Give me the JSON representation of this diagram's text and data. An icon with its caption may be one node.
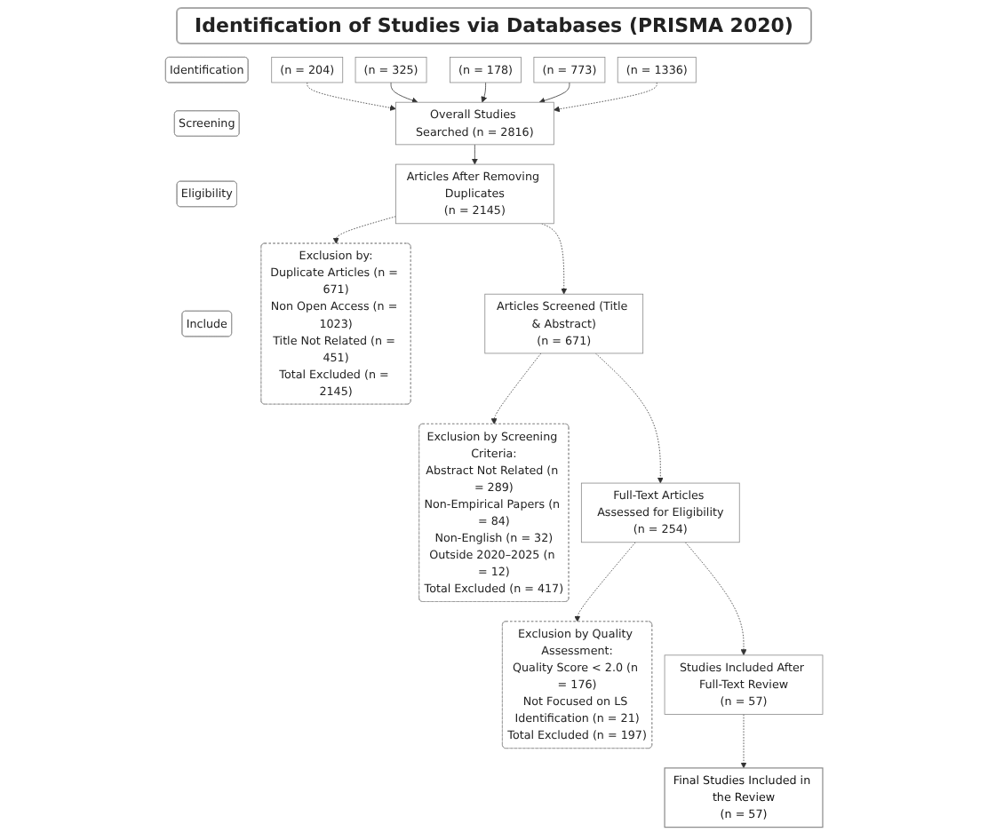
{
  "diagram": {
    "title": "Identification of Studies via Databases (PRISMA 2020)",
    "nodes": [
      {
        "text": [
          "Identification"
        ]
      },
      {
        "text": [
          "Screening"
        ]
      },
      {
        "text": [
          "Eligibility"
        ]
      },
      {
        "text": [
          "Include"
        ]
      },
      {
        "text": [
          "(n = 204)"
        ]
      },
      {
        "text": [
          "(n = 325)"
        ]
      },
      {
        "text": [
          "(n = 178)"
        ]
      },
      {
        "text": [
          "(n = 773)"
        ]
      },
      {
        "text": [
          "(n = 1336)"
        ]
      },
      {
        "text": [
          "Overall Studies Searched (n = 2816)"
        ]
      },
      {
        "text": [
          "Articles After Removing Duplicates",
          "(n = 2145)"
        ]
      },
      {
        "text": [
          "Exclusion by:",
          "Duplicate Articles (n = 671)",
          "Non Open Access (n = 1023)",
          "Title Not Related (n = 451)",
          "Total Excluded (n = 2145)"
        ]
      },
      {
        "text": [
          "Articles Screened (Title & Abstract)",
          "(n = 671)"
        ]
      },
      {
        "text": [
          "Exclusion by Screening Criteria:",
          "Abstract Not Related (n = 289)",
          "Non-Empirical Papers (n = 84)",
          "Non-English (n = 32)",
          "Outside 2020–2025 (n = 12)",
          "Total Excluded (n = 417)"
        ]
      },
      {
        "text": [
          "Full-Text Articles Assessed for Eligibility",
          "(n = 254)"
        ]
      },
      {
        "text": [
          "Exclusion by Quality Assessment:",
          "Quality Score < 2.0 (n = 176)",
          "Not Focused on LS Identification (n = 21)",
          "Total Excluded (n = 197)"
        ]
      },
      {
        "text": [
          "Studies Included After Full-Text Review",
          "(n = 57)"
        ]
      },
      {
        "text": [
          "Final Studies Included in the Review",
          "(n = 57)"
        ]
      }
    ],
    "edges": [
      {
        "from": 4,
        "to": 9,
        "arrow": "to",
        "style": "dashed"
      },
      {
        "from": 5,
        "to": 9,
        "arrow": "to"
      },
      {
        "from": 6,
        "to": 9,
        "arrow": "to"
      },
      {
        "from": 7,
        "to": 9,
        "arrow": "to"
      },
      {
        "from": 8,
        "to": 9,
        "arrow": "to",
        "style": "dashed"
      },
      {
        "from": 9,
        "to": 10,
        "arrow": "to"
      },
      {
        "from": 10,
        "to": 11,
        "arrow": "to",
        "style": "dashed"
      },
      {
        "from": 10,
        "to": 12,
        "arrow": "to",
        "style": "dashed"
      },
      {
        "from": 12,
        "to": 13,
        "arrow": "to",
        "style": "dashed"
      },
      {
        "from": 12,
        "to": 14,
        "arrow": "to",
        "style": "dashed"
      },
      {
        "from": 14,
        "to": 15,
        "arrow": "to",
        "style": "dashed"
      },
      {
        "from": 14,
        "to": 16,
        "arrow": "to",
        "style": "dashed"
      },
      {
        "from": 16,
        "to": 17,
        "arrow": "to",
        "style": "dashed"
      }
    ]
  }
}
